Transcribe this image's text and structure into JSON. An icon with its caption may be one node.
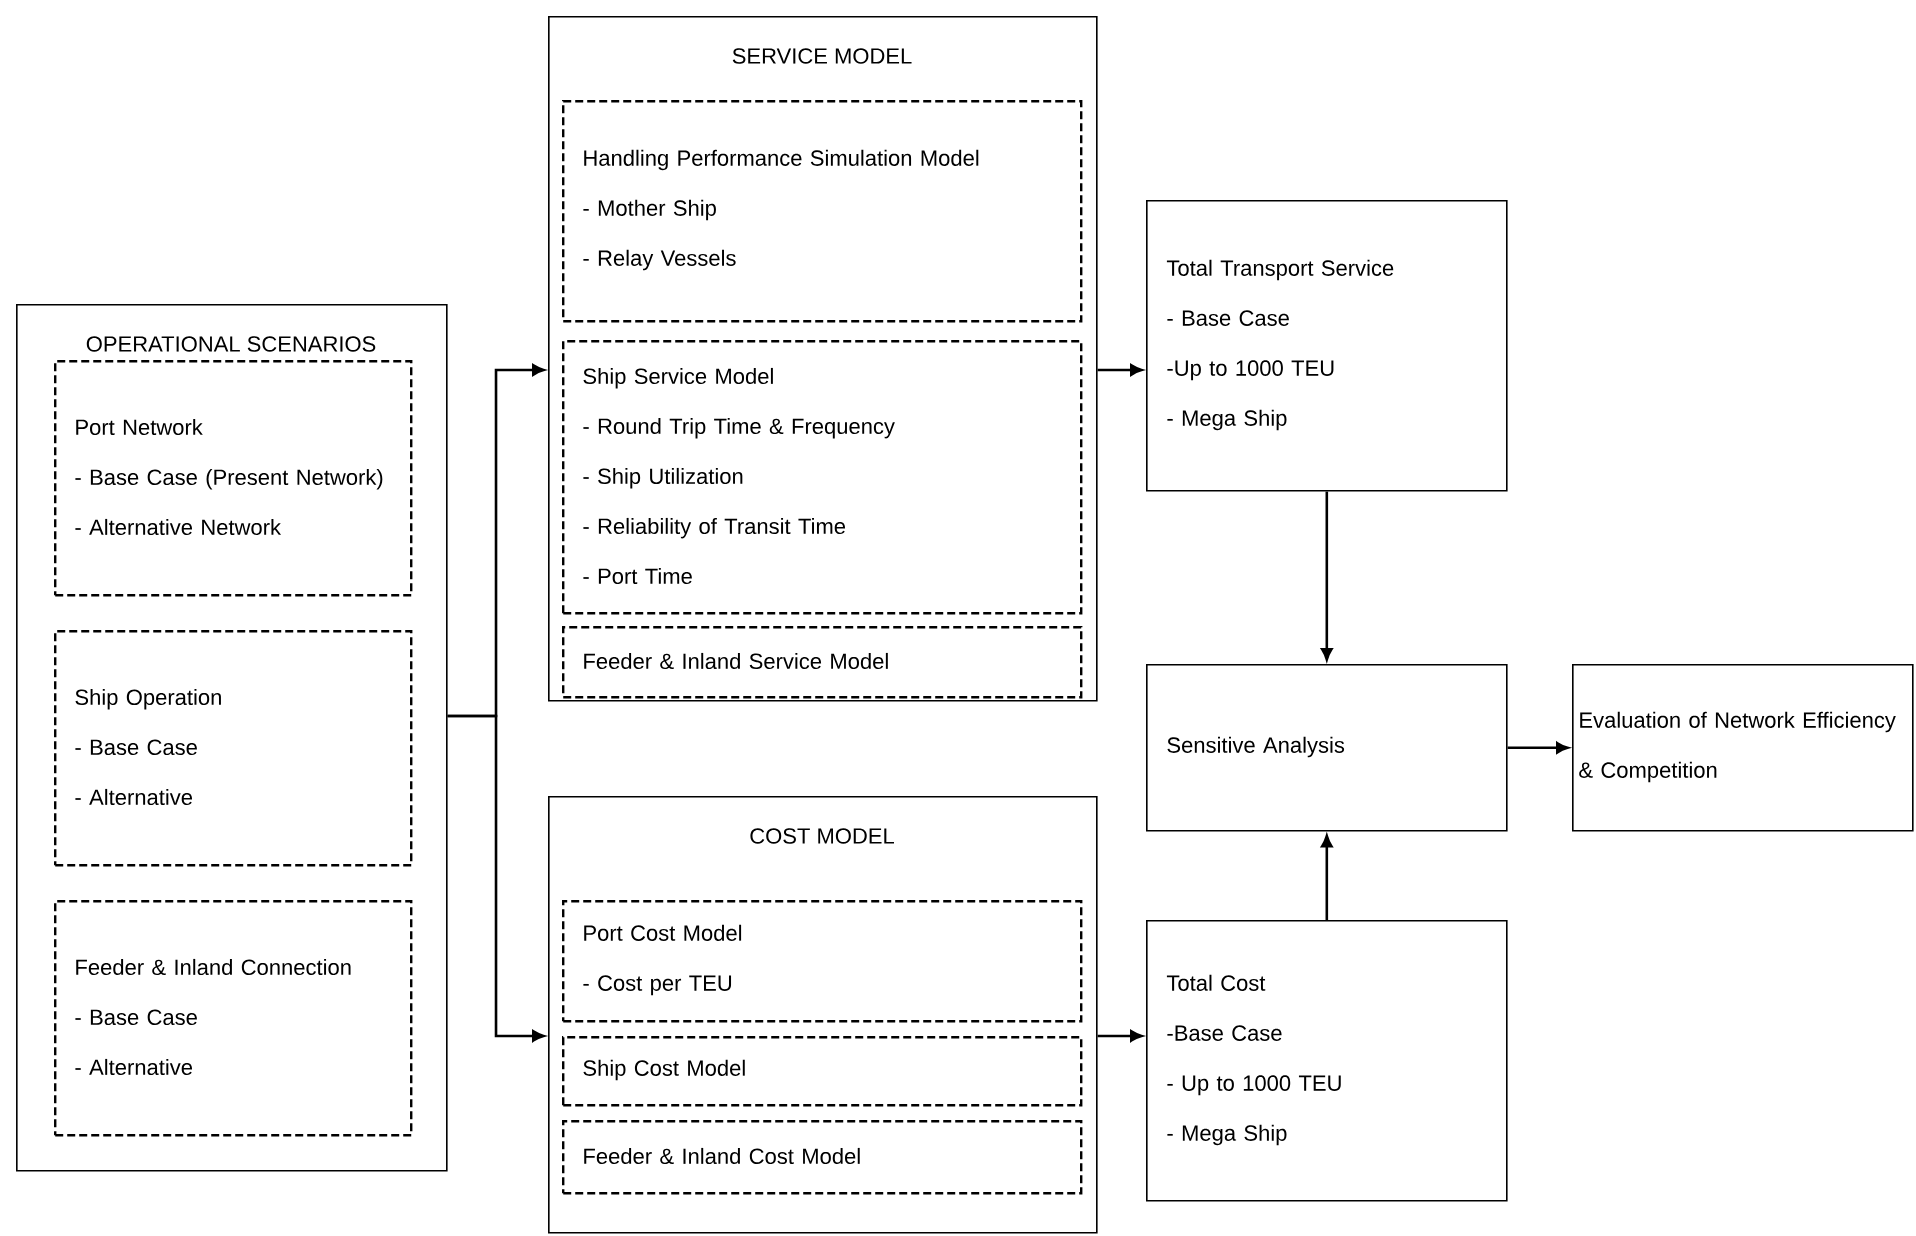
{
  "diagram": {
    "nodes": [
      {
        "text": [
          "OPERATIONAL SCENARIOS"
        ]
      },
      {
        "text": [
          "Port Network",
          "- Base Case (Present Network)",
          "- Alternative Network"
        ],
        "in": 0
      },
      {
        "text": [
          "Ship Operation",
          "- Base Case",
          "- Alternative"
        ],
        "in": 0
      },
      {
        "text": [
          "Feeder & Inland Connection",
          "- Base Case",
          "- Alternative"
        ],
        "in": 0
      },
      {
        "text": [
          "SERVICE MODEL"
        ]
      },
      {
        "text": [
          "Handling Performance Simulation Model",
          "- Mother Ship",
          "- Relay Vessels"
        ],
        "in": 4
      },
      {
        "text": [
          "Ship Service Model",
          "- Round Trip Time & Frequency",
          "- Ship Utilization",
          "- Reliability of Transit Time",
          "- Port Time"
        ],
        "in": 4
      },
      {
        "text": [
          "Feeder & Inland Service Model"
        ],
        "in": 4
      },
      {
        "text": [
          "COST MODEL"
        ]
      },
      {
        "text": [
          "Port Cost Model",
          "- Cost per TEU"
        ],
        "in": 8
      },
      {
        "text": [
          "Ship Cost Model"
        ],
        "in": 8
      },
      {
        "text": [
          "Feeder & Inland Cost Model"
        ],
        "in": 8
      },
      {
        "text": [
          "Total Transport Service",
          "- Base Case",
          "-Up to 1000 TEU",
          "- Mega Ship"
        ]
      },
      {
        "text": [
          "Total Cost",
          "-Base Case",
          "- Up to 1000 TEU",
          "- Mega Ship"
        ]
      },
      {
        "text": [
          "Sensitive Analysis"
        ]
      },
      {
        "text": [
          "Evaluation of Network Efficiency & Competition"
        ]
      }
    ],
    "edges": [
      {
        "from": 0,
        "to": 4,
        "arrow": "to"
      },
      {
        "from": 0,
        "to": 8,
        "arrow": "to"
      },
      {
        "from": 4,
        "to": 12,
        "arrow": "to"
      },
      {
        "from": 8,
        "to": 13,
        "arrow": "to"
      },
      {
        "from": 12,
        "to": 14,
        "arrow": "to"
      },
      {
        "from": 13,
        "to": 14,
        "arrow": "to"
      },
      {
        "from": 14,
        "to": 15,
        "arrow": "to"
      }
    ]
  }
}
